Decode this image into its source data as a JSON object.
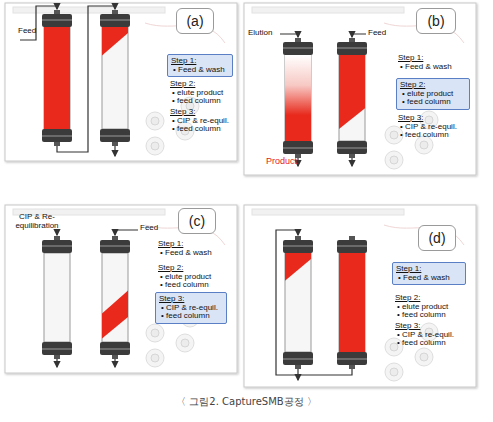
{
  "diagram": {
    "caption": "〈 그림2. CaptureSMB공정 〉",
    "nodes": [
      {
        "text": [
          "(a)"
        ]
      },
      {
        "text": [
          "Step 1:",
          "• Feed & wash"
        ]
      },
      {
        "text": [
          "(b)"
        ]
      },
      {
        "text": [
          "Step 2:",
          "• elute product",
          "• feed column"
        ]
      },
      {
        "text": [
          "(c)"
        ]
      },
      {
        "text": [
          "Step 3:",
          "• CIP & re-equil.",
          "• feed column"
        ]
      },
      {
        "text": [
          "(d)"
        ]
      },
      {
        "text": [
          "Step 1:",
          "• Feed & wash"
        ]
      }
    ],
    "labels": [
      "Feed",
      "Step 2:",
      "• elute product",
      "• feed column",
      "Step 3:",
      "• CIP & re-equil.",
      "• feed column",
      "Elution",
      "Feed",
      "Step 1:",
      "• Feed & wash",
      "Step 3:",
      "• CIP & re-equil.",
      "• feed column",
      "Product",
      "CIP & Re-equilibration",
      "Feed",
      "Step 1:",
      "• Feed & wash",
      "Step 2:",
      "• elute product",
      "• feed column",
      "Step 2:",
      "• elute product",
      "• feed column",
      "Step 3:",
      "• CIP & re-equil.",
      "• feed column"
    ]
  }
}
